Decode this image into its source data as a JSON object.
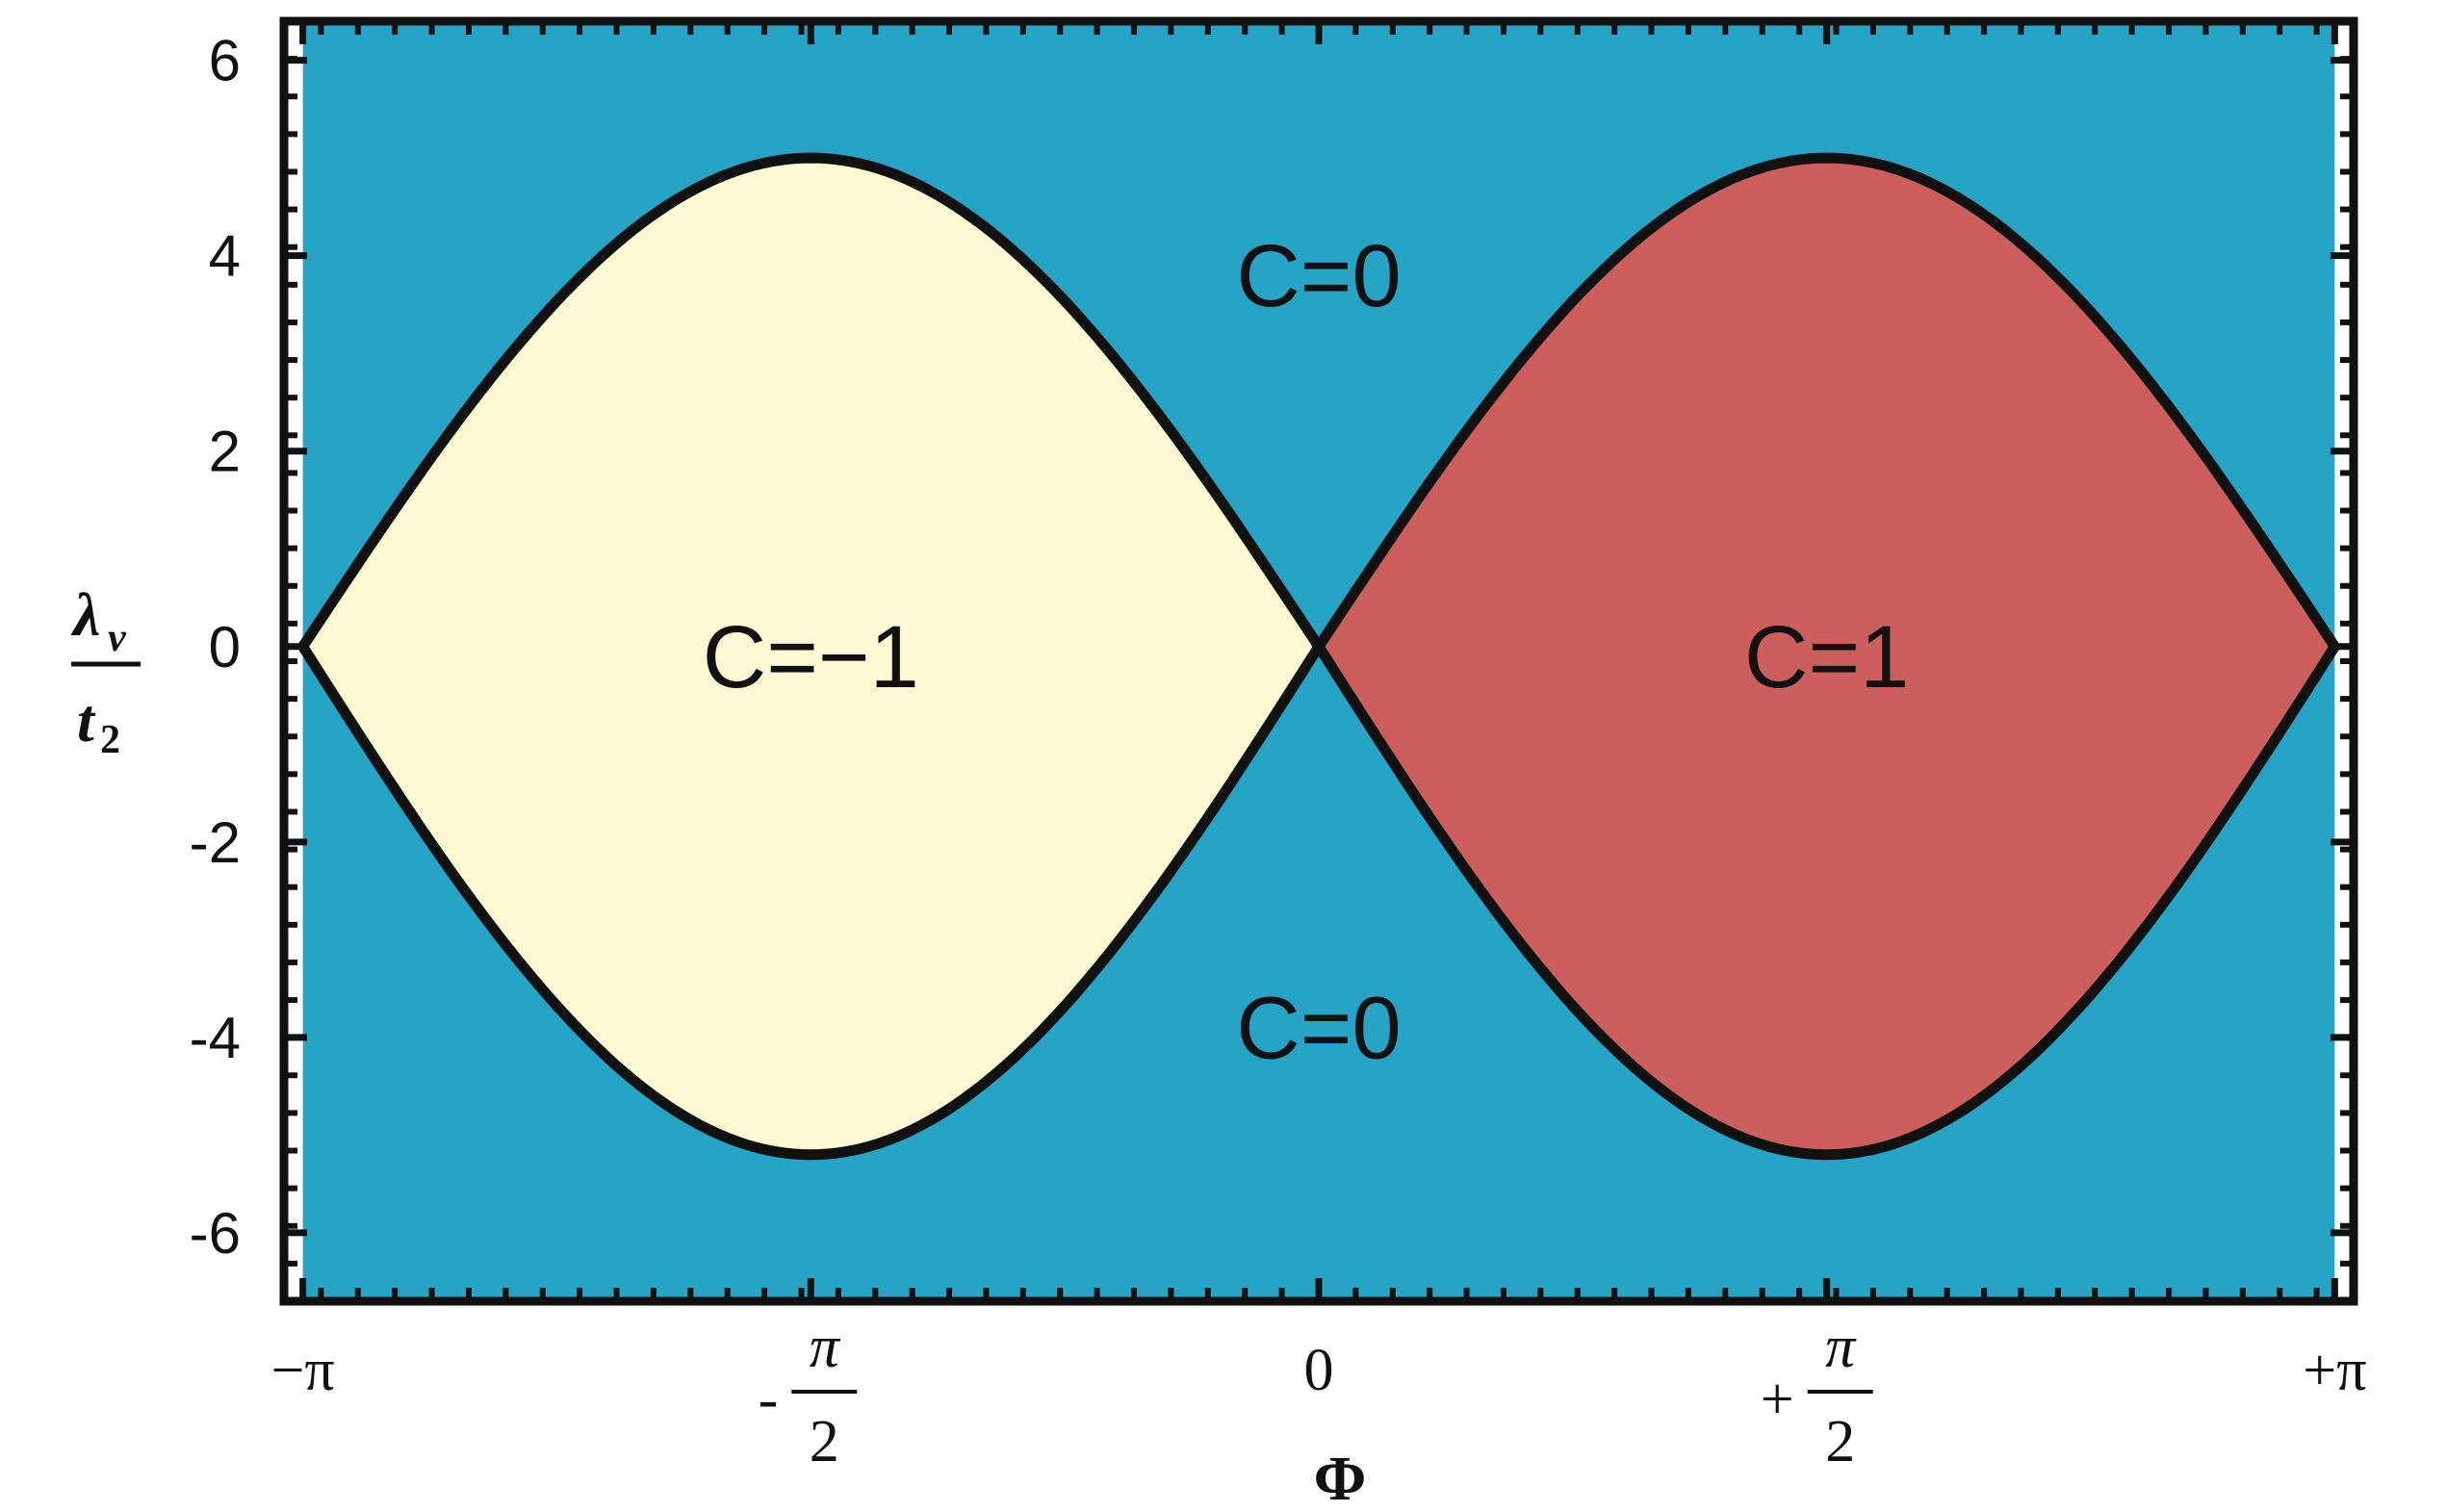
{
  "chart_data": {
    "type": "area",
    "xlabel": "Φ",
    "ylabel": {
      "numerator": "λ",
      "numerator_sub": "ν",
      "denominator": "t",
      "denominator_sub": "2"
    },
    "xlim": [
      -3.2,
      3.2
    ],
    "ylim": [
      -6.7,
      6.4
    ],
    "grid": false,
    "x_ticks": [
      {
        "value": -3.14159,
        "label": "−π"
      },
      {
        "value": -1.5708,
        "sign": "-",
        "num": "π",
        "den": "2"
      },
      {
        "value": 0,
        "label": "0"
      },
      {
        "value": 1.5708,
        "sign": "+",
        "num": "π",
        "den": "2"
      },
      {
        "value": 3.14159,
        "label": "+π"
      }
    ],
    "y_ticks": [
      {
        "value": 6,
        "label": "6"
      },
      {
        "value": 4,
        "label": "4"
      },
      {
        "value": 2,
        "label": "2"
      },
      {
        "value": 0,
        "label": "0"
      },
      {
        "value": -2,
        "label": "-2"
      },
      {
        "value": -4,
        "label": "-4"
      },
      {
        "value": -6,
        "label": "-6"
      }
    ],
    "boundary": {
      "x_range": [
        -3.14159,
        3.14159
      ],
      "upper_amplitude": 5.0,
      "lower_amplitude": 5.2
    },
    "regions": [
      {
        "label": "C=0",
        "x": 0,
        "y": 3.8,
        "fill": "#27A3C6"
      },
      {
        "label": "C=0",
        "x": 0,
        "y": -3.9,
        "fill": "#27A3C6"
      },
      {
        "label": "C=−1",
        "x": -1.5708,
        "y": -0.1,
        "fill": "#FCF9D3"
      },
      {
        "label": "C=1",
        "x": 1.5708,
        "y": -0.1,
        "fill": "#CC5E5C"
      }
    ],
    "colors": {
      "background": "#27A3C6",
      "negative_region": "#FCF9D3",
      "positive_region": "#CC5E5C",
      "boundary": "#111111"
    }
  }
}
